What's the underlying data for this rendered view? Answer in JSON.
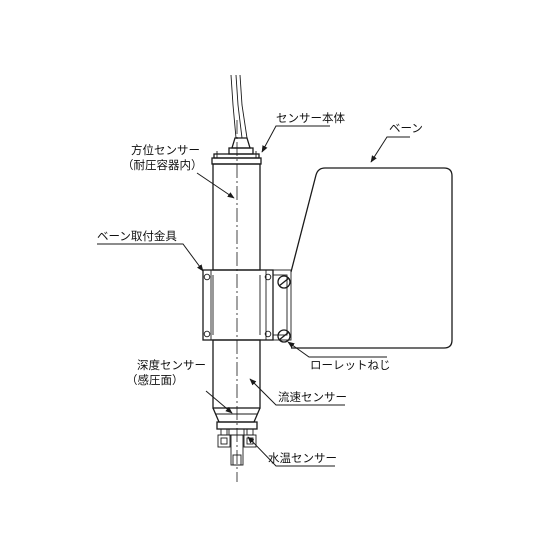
{
  "labels": {
    "sensor_body": "センサー本体",
    "vane": "ベーン",
    "direction_sensor_line1": "方位センサー",
    "direction_sensor_line2": "（耐圧容器内）",
    "vane_bracket": "ベーン取付金具",
    "knurled_screw": "ローレットねじ",
    "depth_sensor_line1": "深度センサー",
    "depth_sensor_line2": "（感圧面）",
    "velocity_sensor": "流速センサー",
    "water_temp_sensor": "水温センサー"
  }
}
